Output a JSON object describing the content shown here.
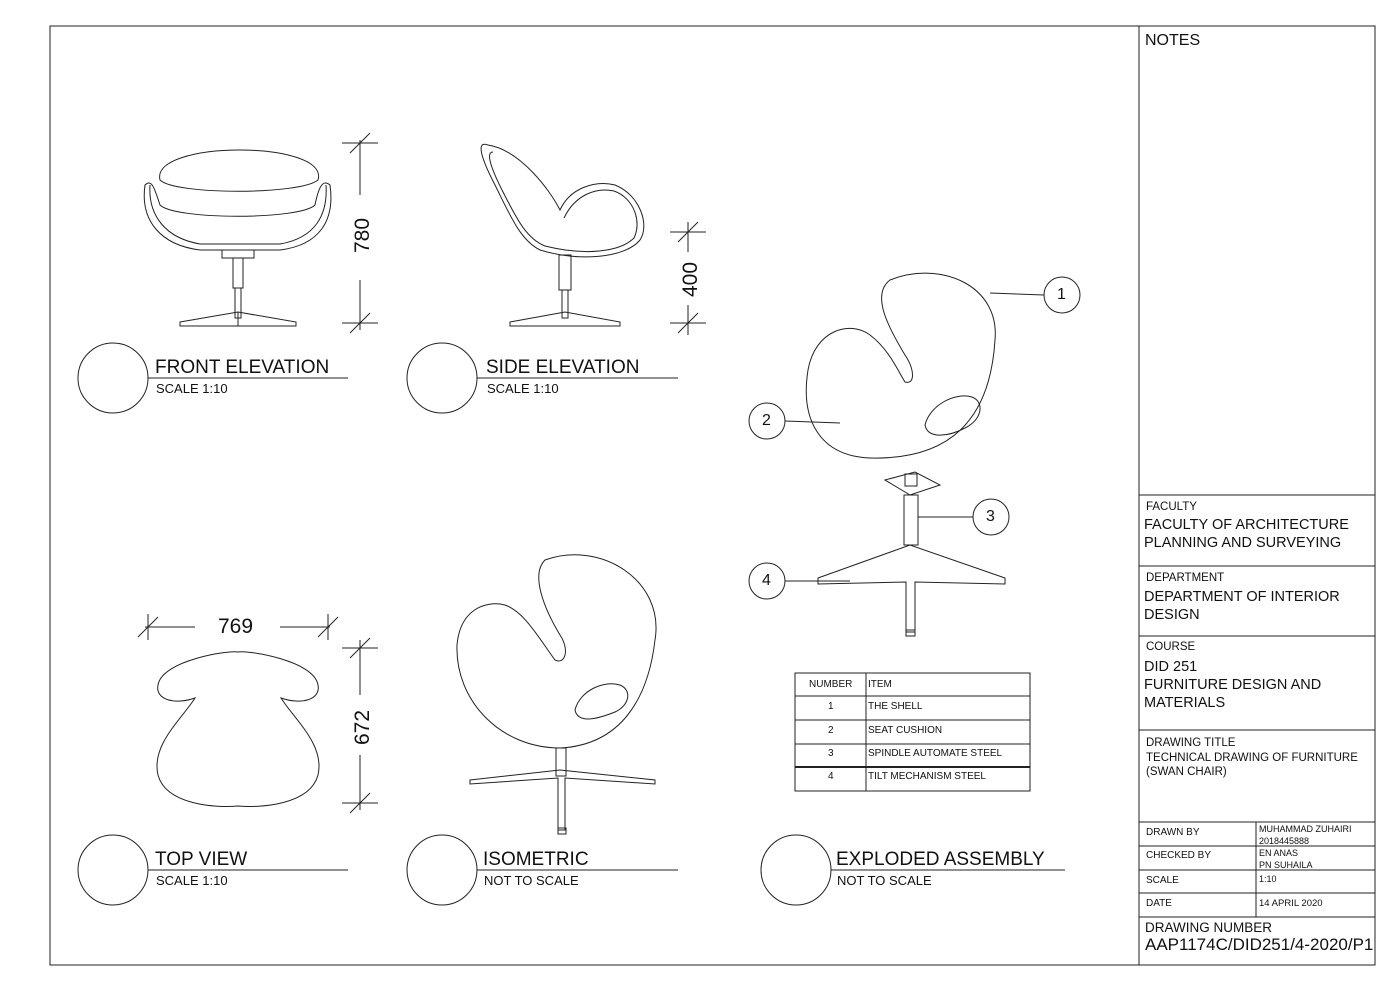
{
  "notes_label": "NOTES",
  "views": [
    {
      "title": "FRONT ELEVATION",
      "scale": "SCALE 1:10"
    },
    {
      "title": "SIDE ELEVATION",
      "scale": "SCALE 1:10"
    },
    {
      "title": "TOP VIEW",
      "scale": "SCALE 1:10"
    },
    {
      "title": "ISOMETRIC",
      "scale": "NOT TO SCALE"
    },
    {
      "title": "EXPLODED ASSEMBLY",
      "scale": "NOT TO SCALE"
    }
  ],
  "dimensions": {
    "front_height": "780",
    "side_seat_height": "400",
    "top_width": "769",
    "top_depth": "672"
  },
  "callouts": [
    "1",
    "2",
    "3",
    "4"
  ],
  "parts_table": {
    "headers": [
      "NUMBER",
      "ITEM"
    ],
    "rows": [
      [
        "1",
        "THE SHELL"
      ],
      [
        "2",
        "SEAT CUSHION"
      ],
      [
        "3",
        "SPINDLE AUTOMATE STEEL"
      ],
      [
        "4",
        "TILT MECHANISM STEEL"
      ]
    ]
  },
  "title_block": {
    "faculty_label": "FACULTY",
    "faculty": "FACULTY OF ARCHITECTURE PLANNING AND SURVEYING",
    "department_label": "DEPARTMENT",
    "department": "DEPARTMENT OF INTERIOR DESIGN",
    "course_label": "COURSE",
    "course_code": "DID 251",
    "course_name": "FURNITURE DESIGN AND MATERIALS",
    "drawing_title_label": "DRAWING TITLE",
    "drawing_title": "TECHNICAL DRAWING OF FURNITURE (SWAN CHAIR)",
    "drawn_by_label": "DRAWN BY",
    "drawn_by": "MUHAMMAD ZUHAIRI",
    "drawn_by_id": "2018445888",
    "checked_by_label": "CHECKED BY",
    "checked_by_1": "EN ANAS",
    "checked_by_2": "PN SUHAILA",
    "scale_label": "SCALE",
    "scale": "1:10",
    "date_label": "DATE",
    "date": "14 APRIL 2020",
    "drawing_number_label": "DRAWING NUMBER",
    "drawing_number": "AAP1174C/DID251/4-2020/P1"
  }
}
